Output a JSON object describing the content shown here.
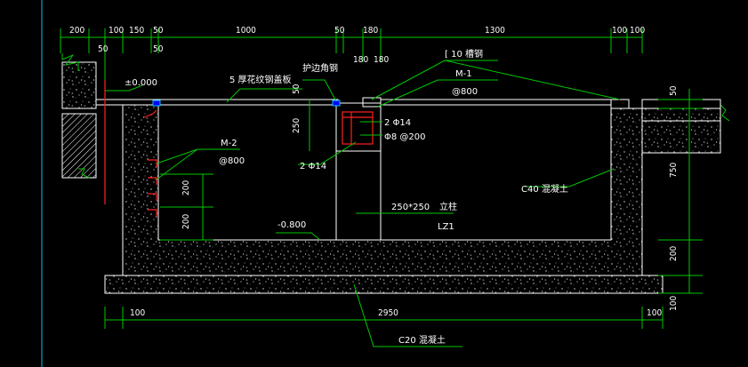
{
  "dimensions_top": [
    "200",
    "100",
    "150",
    "50",
    "1000",
    "50",
    "180",
    "180",
    "1300",
    "100",
    "100"
  ],
  "dimensions_top_sub": [
    "50",
    "50",
    "180"
  ],
  "dimensions_right": [
    "50",
    "750",
    "200",
    "100"
  ],
  "dimensions_bottom": [
    "100",
    "2950",
    "100"
  ],
  "dimensions_inner": [
    "200",
    "200",
    "50",
    "250"
  ],
  "labels": {
    "elev_zero": "±0.000",
    "elev_bottom": "-0.800",
    "plate": "5 厚花纹钢盖板",
    "angle_steel": "护边角钢",
    "channel_steel": "[ 10  槽钢",
    "m1": "M-1",
    "m1_spacing": "@800",
    "m2": "M-2",
    "m2_spacing": "@800",
    "bar_top": "2 Φ14",
    "stirrup": "Φ8 @200",
    "bar_bottom": "2 Φ14",
    "column_size": "250*250",
    "column_name": "立柱",
    "column_code": "LZ1",
    "wall_concrete": "C40  混凝土",
    "base_concrete": "C20  混凝土"
  },
  "colors": {
    "background": "#000000",
    "dimension": "#00c800",
    "outline": "#ffffff",
    "rebar": "#ff2020",
    "steel": "#00bfff"
  }
}
